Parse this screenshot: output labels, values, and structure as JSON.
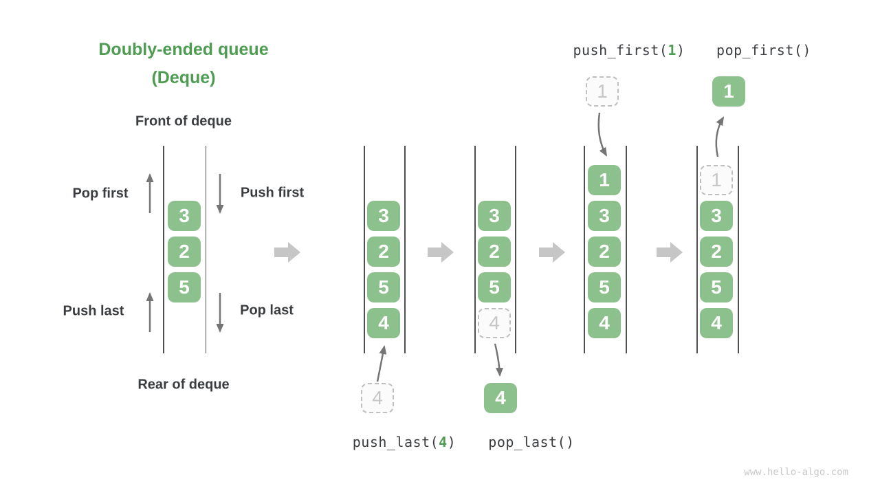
{
  "title": {
    "line1": "Doubly-ended queue",
    "line2": "(Deque)"
  },
  "left_diagram": {
    "front_label": "Front of deque",
    "rear_label": "Rear of deque",
    "pop_first_label": "Pop first",
    "push_first_label": "Push first",
    "push_last_label": "Push last",
    "pop_last_label": "Pop last",
    "items": [
      "3",
      "2",
      "5"
    ]
  },
  "stages": {
    "push_last": {
      "operation": {
        "fn": "push_last(",
        "arg": "4",
        "close": ")"
      },
      "items": [
        "3",
        "2",
        "5",
        "4"
      ],
      "incoming_item": "4"
    },
    "pop_last": {
      "operation": {
        "fn": "pop_last()"
      },
      "items": [
        "3",
        "2",
        "5"
      ],
      "ghost_item": "4",
      "outgoing_item": "4"
    },
    "push_first": {
      "operation": {
        "fn": "push_first(",
        "arg": "1",
        "close": ")"
      },
      "items": [
        "1",
        "3",
        "2",
        "5",
        "4"
      ],
      "incoming_item": "1"
    },
    "pop_first": {
      "operation": {
        "fn": "pop_first()"
      },
      "items": [
        "3",
        "2",
        "5",
        "4"
      ],
      "ghost_item": "1",
      "outgoing_item": "1"
    }
  },
  "watermark": "www.hello-algo.com",
  "colors": {
    "item_green": "#8CC08C",
    "accent_green": "#4E9B52",
    "text_dark": "#3A3D40",
    "arrow_gray": "#757575",
    "stage_arrow_gray": "#C6C6C6",
    "ghost_gray": "#C6C6C6"
  }
}
